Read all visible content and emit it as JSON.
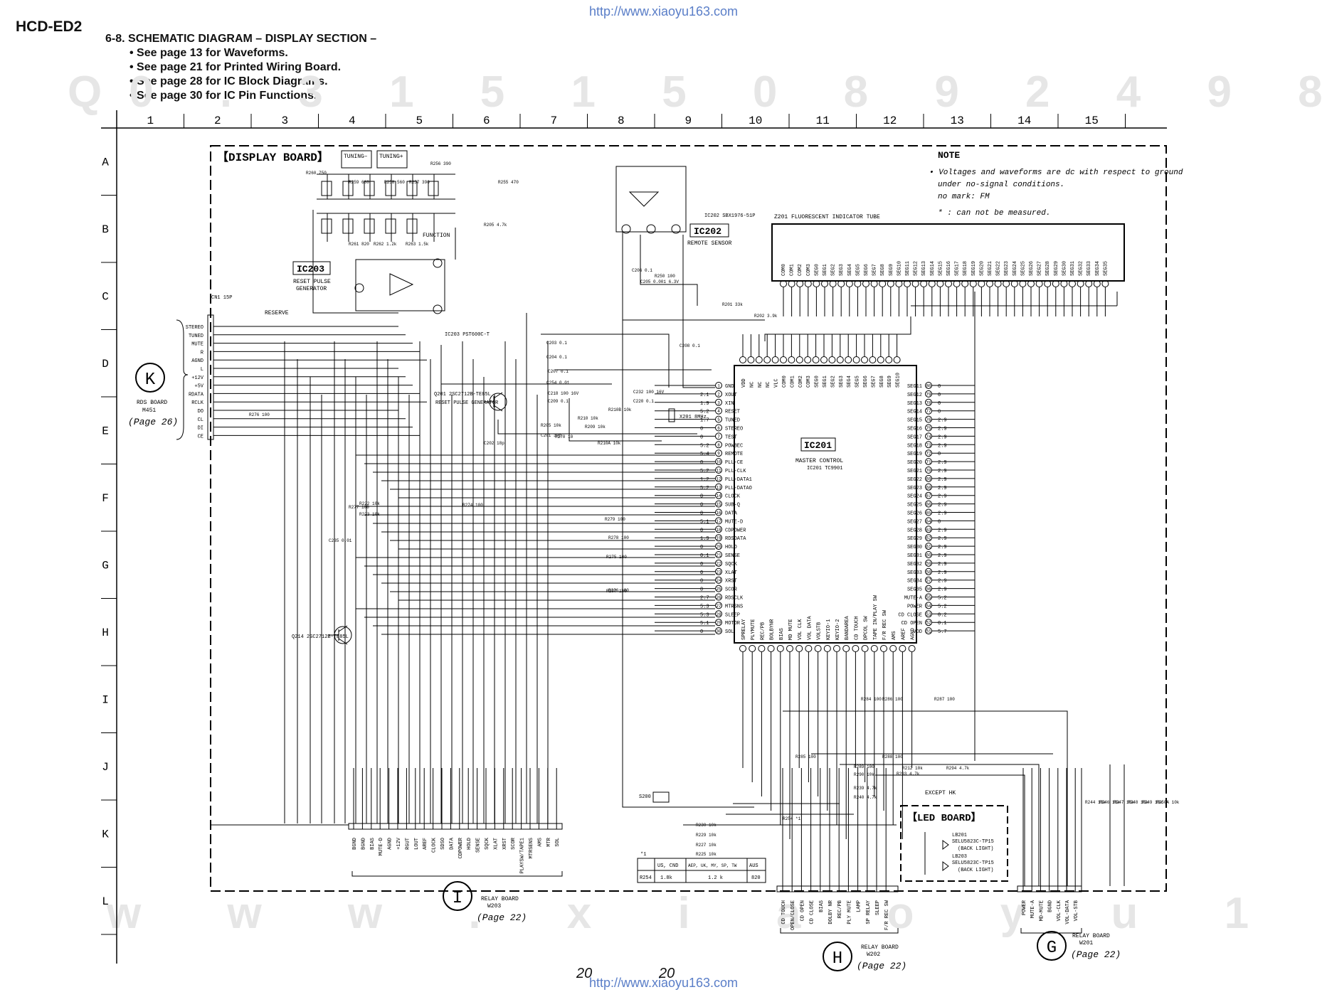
{
  "header": {
    "model": "HCD-ED2",
    "title": "6-8. SCHEMATIC DIAGRAM – DISPLAY SECTION –",
    "bullets": [
      "• See page 13 for Waveforms.",
      "• See page 21 for Printed Wiring Board.",
      "• See page 28 for IC Block Diagrams.",
      "• See page 30 for IC Pin Functions."
    ]
  },
  "watermark_url": "http://www.xiaoyu163.com",
  "grid": {
    "columns": [
      "1",
      "2",
      "3",
      "4",
      "5",
      "6",
      "7",
      "8",
      "9",
      "10",
      "11",
      "12",
      "13",
      "14",
      "15"
    ],
    "rows": [
      "A",
      "B",
      "C",
      "D",
      "E",
      "F",
      "G",
      "H",
      "I",
      "J",
      "K",
      "L"
    ]
  },
  "board": {
    "name": "【DISPLAY BOARD】",
    "tuning_minus": "TUNING–",
    "tuning_plus": "TUNING+",
    "function_label": "FUNCTION"
  },
  "note": {
    "title": "NOTE",
    "lines": [
      "• Voltages and waveforms are dc with respect to ground",
      "under no-signal conditions.",
      "no mark: FM",
      "*   : can not be measured."
    ]
  },
  "ics": {
    "ic201": {
      "label": "IC201",
      "desc": "MASTER CONTROL",
      "part": "IC201 TC9901"
    },
    "ic202": {
      "label": "IC202",
      "desc": "REMOTE SENSOR",
      "part": "IC202 SBX1976-51P"
    },
    "ic203": {
      "label": "IC203",
      "desc1": "RESET PULSE",
      "desc2": "GENERATOR",
      "part": "IC203 PST600C-T"
    }
  },
  "fluorescent_tube": {
    "label": "Z201 FLUORESCENT INDICATOR TUBE",
    "pins": [
      "COM0",
      "COM1",
      "COM2",
      "COM3",
      "SEG0",
      "SEG1",
      "SEG2",
      "SEG3",
      "SEG4",
      "SEG5",
      "SEG6",
      "SEG7",
      "SEG8",
      "SEG9",
      "SEG10",
      "SEG11",
      "SEG12",
      "SEG13",
      "SEG14",
      "SEG15",
      "SEG16",
      "SEG17",
      "SEG18",
      "SEG19",
      "SEG20",
      "SEG21",
      "SEG22",
      "SEG23",
      "SEG24",
      "SEG25",
      "SEG26",
      "SEG27",
      "SEG28",
      "SEG29",
      "SEG30",
      "SEG31",
      "SEG32",
      "SEG33",
      "SEG34",
      "SEG35"
    ]
  },
  "ic201_left_pins": [
    {
      "n": "1",
      "name": "GND",
      "v": ""
    },
    {
      "n": "2",
      "name": "XOUT",
      "v": "2.1"
    },
    {
      "n": "3",
      "name": "XIN",
      "v": "1.9"
    },
    {
      "n": "4",
      "name": "RESET",
      "v": "5.2"
    },
    {
      "n": "5",
      "name": "TUNED",
      "v": "1.7"
    },
    {
      "n": "6",
      "name": "STEREO",
      "v": "0"
    },
    {
      "n": "7",
      "name": "TEST",
      "v": "0"
    },
    {
      "n": "8",
      "name": "POWBEC",
      "v": "5.2"
    },
    {
      "n": "9",
      "name": "REMOTE",
      "v": "5.4"
    },
    {
      "n": "10",
      "name": "PLL-CE",
      "v": "0"
    },
    {
      "n": "11",
      "name": "PLL-CLK",
      "v": "5.2"
    },
    {
      "n": "12",
      "name": "PLL-DATA1",
      "v": "1.2"
    },
    {
      "n": "13",
      "name": "PLL-DATAO",
      "v": "5.2"
    },
    {
      "n": "14",
      "name": "CLOCK",
      "v": "0"
    },
    {
      "n": "15",
      "name": "SUB-Q",
      "v": "0"
    },
    {
      "n": "16",
      "name": "DATA",
      "v": "0"
    },
    {
      "n": "17",
      "name": "MUTE-D",
      "v": "5.1"
    },
    {
      "n": "18",
      "name": "CDPOWER",
      "v": "0"
    },
    {
      "n": "19",
      "name": "RDSDATA",
      "v": "1.9"
    },
    {
      "n": "20",
      "name": "HOLD",
      "v": "0"
    },
    {
      "n": "21",
      "name": "SENSE",
      "v": "0.1"
    },
    {
      "n": "22",
      "name": "SQCK",
      "v": "0"
    },
    {
      "n": "23",
      "name": "XLAT",
      "v": "0"
    },
    {
      "n": "24",
      "name": "XRST",
      "v": "0"
    },
    {
      "n": "25",
      "name": "SCOR",
      "v": "0"
    },
    {
      "n": "26",
      "name": "RDSCLK",
      "v": "2.7"
    },
    {
      "n": "27",
      "name": "MTRSNS",
      "v": "5.3"
    },
    {
      "n": "28",
      "name": "SLEEP",
      "v": "5.3"
    },
    {
      "n": "29",
      "name": "MOTOR",
      "v": "5.1"
    },
    {
      "n": "30",
      "name": "SOL",
      "v": "0"
    }
  ],
  "ic201_right_pins": [
    {
      "n": "80",
      "name": "SEG11",
      "v": "0"
    },
    {
      "n": "79",
      "name": "SEG12",
      "v": "0"
    },
    {
      "n": "78",
      "name": "SEG13",
      "v": "0"
    },
    {
      "n": "77",
      "name": "SEG14",
      "v": "0"
    },
    {
      "n": "76",
      "name": "SEG15",
      "v": "2.9"
    },
    {
      "n": "75",
      "name": "SEG16",
      "v": "2.9"
    },
    {
      "n": "74",
      "name": "SEG17",
      "v": "2.9"
    },
    {
      "n": "73",
      "name": "SEG18",
      "v": "2.9"
    },
    {
      "n": "72",
      "name": "SEG19",
      "v": "0"
    },
    {
      "n": "71",
      "name": "SEG20",
      "v": "2.9"
    },
    {
      "n": "70",
      "name": "SEG21",
      "v": "2.9"
    },
    {
      "n": "69",
      "name": "SEG22",
      "v": "2.9"
    },
    {
      "n": "68",
      "name": "SEG23",
      "v": "2.9"
    },
    {
      "n": "67",
      "name": "SEG24",
      "v": "2.9"
    },
    {
      "n": "66",
      "name": "SEG25",
      "v": "2.9"
    },
    {
      "n": "65",
      "name": "SEG26",
      "v": "2.9"
    },
    {
      "n": "64",
      "name": "SEG27",
      "v": "0"
    },
    {
      "n": "63",
      "name": "SEG28",
      "v": "2.9"
    },
    {
      "n": "62",
      "name": "SEG29",
      "v": "2.9"
    },
    {
      "n": "61",
      "name": "SEG30",
      "v": "2.9"
    },
    {
      "n": "60",
      "name": "SEG31",
      "v": "2.9"
    },
    {
      "n": "59",
      "name": "SEG32",
      "v": "2.9"
    },
    {
      "n": "58",
      "name": "SEG33",
      "v": "2.9"
    },
    {
      "n": "57",
      "name": "SEG34",
      "v": "2.9"
    },
    {
      "n": "56",
      "name": "SEG35",
      "v": "2.9"
    },
    {
      "n": "55",
      "name": "MUTE-A",
      "v": "5.2"
    },
    {
      "n": "54",
      "name": "POWER",
      "v": "5.2"
    },
    {
      "n": "53",
      "name": "CD CLOSE",
      "v": "0.2"
    },
    {
      "n": "52",
      "name": "CD OPEN",
      "v": "0.1"
    },
    {
      "n": "51",
      "name": "VDD",
      "v": "5.7"
    }
  ],
  "ic201_top_pins": [
    "VDD",
    "NC",
    "NC",
    "NC",
    "VLC",
    "COM0",
    "COM1",
    "COM2",
    "COM3",
    "SEG0",
    "SEG1",
    "SEG2",
    "SEG3",
    "SEG4",
    "SEG5",
    "SEG6",
    "SEG7",
    "SEG8",
    "SEG9",
    "SEG10"
  ],
  "ic201_bottom_pins": [
    "SPRELAY",
    "PLYMUTE",
    "REC/PB",
    "BOLBYNR",
    "BIAS",
    "MD MUTE",
    "VOL CLK",
    "VOL DATA",
    "VOLSTB",
    "KEYIO-1",
    "KEYIO-2",
    "BANDAREA",
    "CD TOUCH",
    "DPCOL SW",
    "TAPE IN/PLAY SW",
    "F/R REC SW",
    "AMS",
    "AREF",
    "AGND"
  ],
  "cn201_pins": [
    "STEREO",
    "TUNED",
    "MUTE",
    "R",
    "AGND",
    "L",
    "+12V",
    "+5V",
    "RDATA",
    "RCLK",
    "DO",
    "CL",
    "DI",
    "CE"
  ],
  "connectors": {
    "k": {
      "letter": "K",
      "board": "RDS BOARD",
      "ref": "M451",
      "page": "(Page 26)"
    },
    "i": {
      "letter": "I",
      "board": "RELAY BOARD",
      "ref": "W203",
      "page": "(Page 22)"
    },
    "h": {
      "letter": "H",
      "board": "RELAY BOARD",
      "ref": "W202",
      "page": "(Page 22)"
    },
    "g": {
      "letter": "G",
      "board": "RELAY BOARD",
      "ref": "W201",
      "page": "(Page 22)"
    }
  },
  "bottom_conn_i": [
    "BGND",
    "BGND",
    "BIAS",
    "MUTE-D",
    "AGND",
    "+12V",
    "RGUT",
    "LOUT",
    "AREF",
    "CLOCK",
    "SDSO",
    "DATA",
    "CDPOWER",
    "HOLD",
    "SENSE",
    "SQCK",
    "XLAT",
    "XRST",
    "SCOR",
    "PLAYSW/TAPE1",
    "MTRSENS",
    "AMS",
    "MTR",
    "SOL"
  ],
  "bottom_conn_h": [
    "CD TOUCH",
    "OPEN/CLOSE",
    "CD OPEN",
    "CD CLOSE",
    "BIAS",
    "DOLBY NR",
    "REC/PB",
    "PLY MUTE",
    "LAMP",
    "SP RELAY",
    "SLEEP",
    "F/R REC SW"
  ],
  "bottom_conn_g": [
    "POWER",
    "MUTE-A",
    "MD-MUTE",
    "BGND",
    "VOL-CLK",
    "VOL-DATA",
    "VOL-STB"
  ],
  "led_board": {
    "title": "【LED BOARD】",
    "items": [
      "LB201",
      "SELU5823C-TP15",
      "(BACK LIGHT)",
      "LB203",
      "SELU5823C-TP15",
      "(BACK LIGHT)"
    ]
  },
  "resistor_table": {
    "note": "*1",
    "headers": [
      "",
      "US, CND",
      "AEP, UK, MY, SP, TW",
      "AUS"
    ],
    "row": [
      "R254",
      "1.8k",
      "1.2 k",
      "820"
    ]
  },
  "labels": {
    "reserve": "RESERVE",
    "except_hk": "EXCEPT HK",
    "s200": "S200",
    "x201": "X201 8MHz",
    "q201": "Q201 2SC2712B-TE85L",
    "q201_desc": "RESET PULSE GENERATOR",
    "q214": "Q214 2SC2712B-TE85L",
    "cn_top": "CN1 15P",
    "misc_parts": [
      "R260 750",
      "R259 680",
      "R258 560",
      "R257 390",
      "R256 390",
      "R255 470",
      "R261 820",
      "R262 1.2k",
      "R263 1.5k",
      "R205 4.7k",
      "R250 100",
      "R201 33k",
      "R202 3.9k",
      "R276 100",
      "R277 100",
      "R274 100",
      "R278 100",
      "R279 100",
      "R275 100",
      "R297 100",
      "R226 100",
      "R270 10",
      "R209 10k",
      "R210 10k",
      "R210A 10k",
      "R210B 10k",
      "R205 10k",
      "C201 30p",
      "C202 18p",
      "C220 0.1",
      "C232 100 16V",
      "C206 0.1",
      "C205 0.001 6.3V",
      "C203 0.1",
      "C204 0.1",
      "C207 0.1",
      "C254 0.01",
      "C218 100 16V",
      "C209 0.1",
      "C208 0.1",
      "C235 0.01",
      "R284 100",
      "R286 100",
      "R287 100",
      "R285 100",
      "R288 100",
      "R289 100",
      "R290 10k",
      "R239 4.7k",
      "R240 4.7k",
      "R293 4.7k",
      "R294 4.7k",
      "R212 10k",
      "R230 10k",
      "R229 10k",
      "R227 10k",
      "R225 10k",
      "R254 *1",
      "R222 10k",
      "R223 10k",
      "R244 10k",
      "R246 10k",
      "R247 10k",
      "R248 10k",
      "R249 10k",
      "R250A 10k"
    ]
  },
  "page_numbers": [
    "20",
    "20"
  ]
}
